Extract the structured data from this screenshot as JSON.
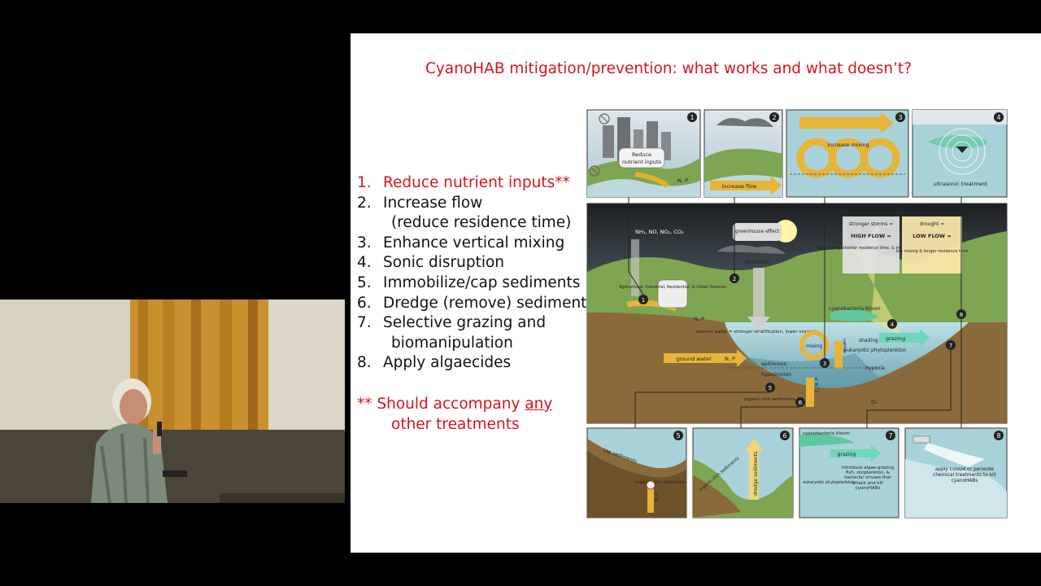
{
  "slide": {
    "title": "CyanoHAB mitigation/prevention: what works and what doesn’t?",
    "items": [
      {
        "num": "1.",
        "text": "Reduce nutrient inputs**"
      },
      {
        "num": "2.",
        "text": "Increase flow"
      },
      {
        "num": "",
        "text": "(reduce residence time)"
      },
      {
        "num": "3.",
        "text": "Enhance vertical mixing"
      },
      {
        "num": "4.",
        "text": "Sonic disruption"
      },
      {
        "num": "5.",
        "text": "Immobilize/cap sediments"
      },
      {
        "num": "6.",
        "text": "Dredge (remove) sediments"
      },
      {
        "num": "7.",
        "text": "Selective grazing and"
      },
      {
        "num": "",
        "text": "biomanipulation"
      },
      {
        "num": "8.",
        "text": "Apply algaecides"
      }
    ],
    "note": {
      "prefix": "** Should accompany ",
      "underlined": "any",
      "line2": "other treatments"
    }
  },
  "figure": {
    "panels_top": [
      {
        "n": "1",
        "label": "Reduce nutrient inputs",
        "sub": "N, P"
      },
      {
        "n": "2",
        "label": "increase flow"
      },
      {
        "n": "3",
        "label": "increase mixing"
      },
      {
        "n": "4",
        "label": "ultrasonic treatment"
      }
    ],
    "main": {
      "gases": "NH₃, NO, NO₂, CO₂",
      "greenhouse": "greenhouse effect",
      "deposition": "deposition",
      "sources": "Agricultural, Industrial, Residential, & Urban Sources",
      "np": "N, P",
      "storms": "stronger storms =",
      "high_flow": "HIGH FLOW =",
      "high_desc": "high mixing, shorter residence time, & more nutrients",
      "drought": "drought =",
      "low_flow": "LOW FLOW =",
      "low_desc": "low mixing & longer residence time",
      "warmer": "warmer water = stronger stratification, lower viscosity",
      "bloom": "cyanobacteria bloom",
      "shading": "shading",
      "grazing": "grazing",
      "eukaryotic": "eukaryotic phytoplankton",
      "hypoxia": "hypoxia",
      "mixing": "mixing",
      "o2": "oxygen",
      "ground": "ground water",
      "ground_np": "N, P",
      "epi": "epilimnion",
      "hypo": "hypolimnion",
      "organic": "organic-rich sediments",
      "cnp": "C, N, P",
      "o2b": "O₂",
      "callouts": [
        "1",
        "2",
        "3",
        "4",
        "5",
        "6",
        "7",
        "8"
      ]
    },
    "panels_bottom": [
      {
        "n": "5",
        "label": "cap sediments",
        "sub": "organic-rich sediments",
        "np": "N, P"
      },
      {
        "n": "6",
        "label": "dredge sediments",
        "sub": "organic-rich sediments"
      },
      {
        "n": "7",
        "bloom": "cyanobacteria bloom",
        "grazing": "grazing",
        "euk": "eukaryotic phytoplankton",
        "desc": "introduce algae-grazing fish, zooplankton, & bacteria/ viruses that attack and kill cyanoHABs"
      },
      {
        "n": "8",
        "desc": "apply CuSO4 or peroxide chemical treatments to kill cyanoHABs"
      }
    ]
  }
}
